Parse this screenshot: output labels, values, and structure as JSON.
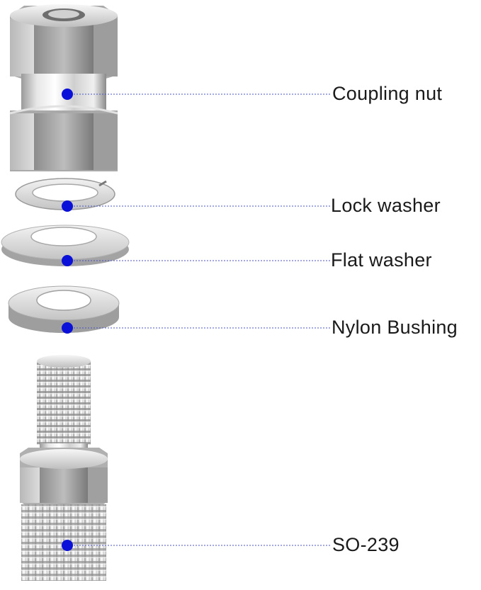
{
  "labels": {
    "coupling_nut": "Coupling nut",
    "lock_washer": "Lock washer",
    "flat_washer": "Flat washer",
    "nylon_bushing": "Nylon Bushing",
    "so239": "SO-239"
  },
  "colors": {
    "marker": "#0a10d8",
    "leader": "#4a55c0",
    "metal_light": "#f2f2f2",
    "metal_mid": "#c8c8c8",
    "metal_dark": "#8e8e8e",
    "text": "#1a1a1a"
  },
  "icons": [
    "coupling-nut-icon",
    "lock-washer-icon",
    "flat-washer-icon",
    "nylon-bushing-icon",
    "so239-connector-icon"
  ]
}
